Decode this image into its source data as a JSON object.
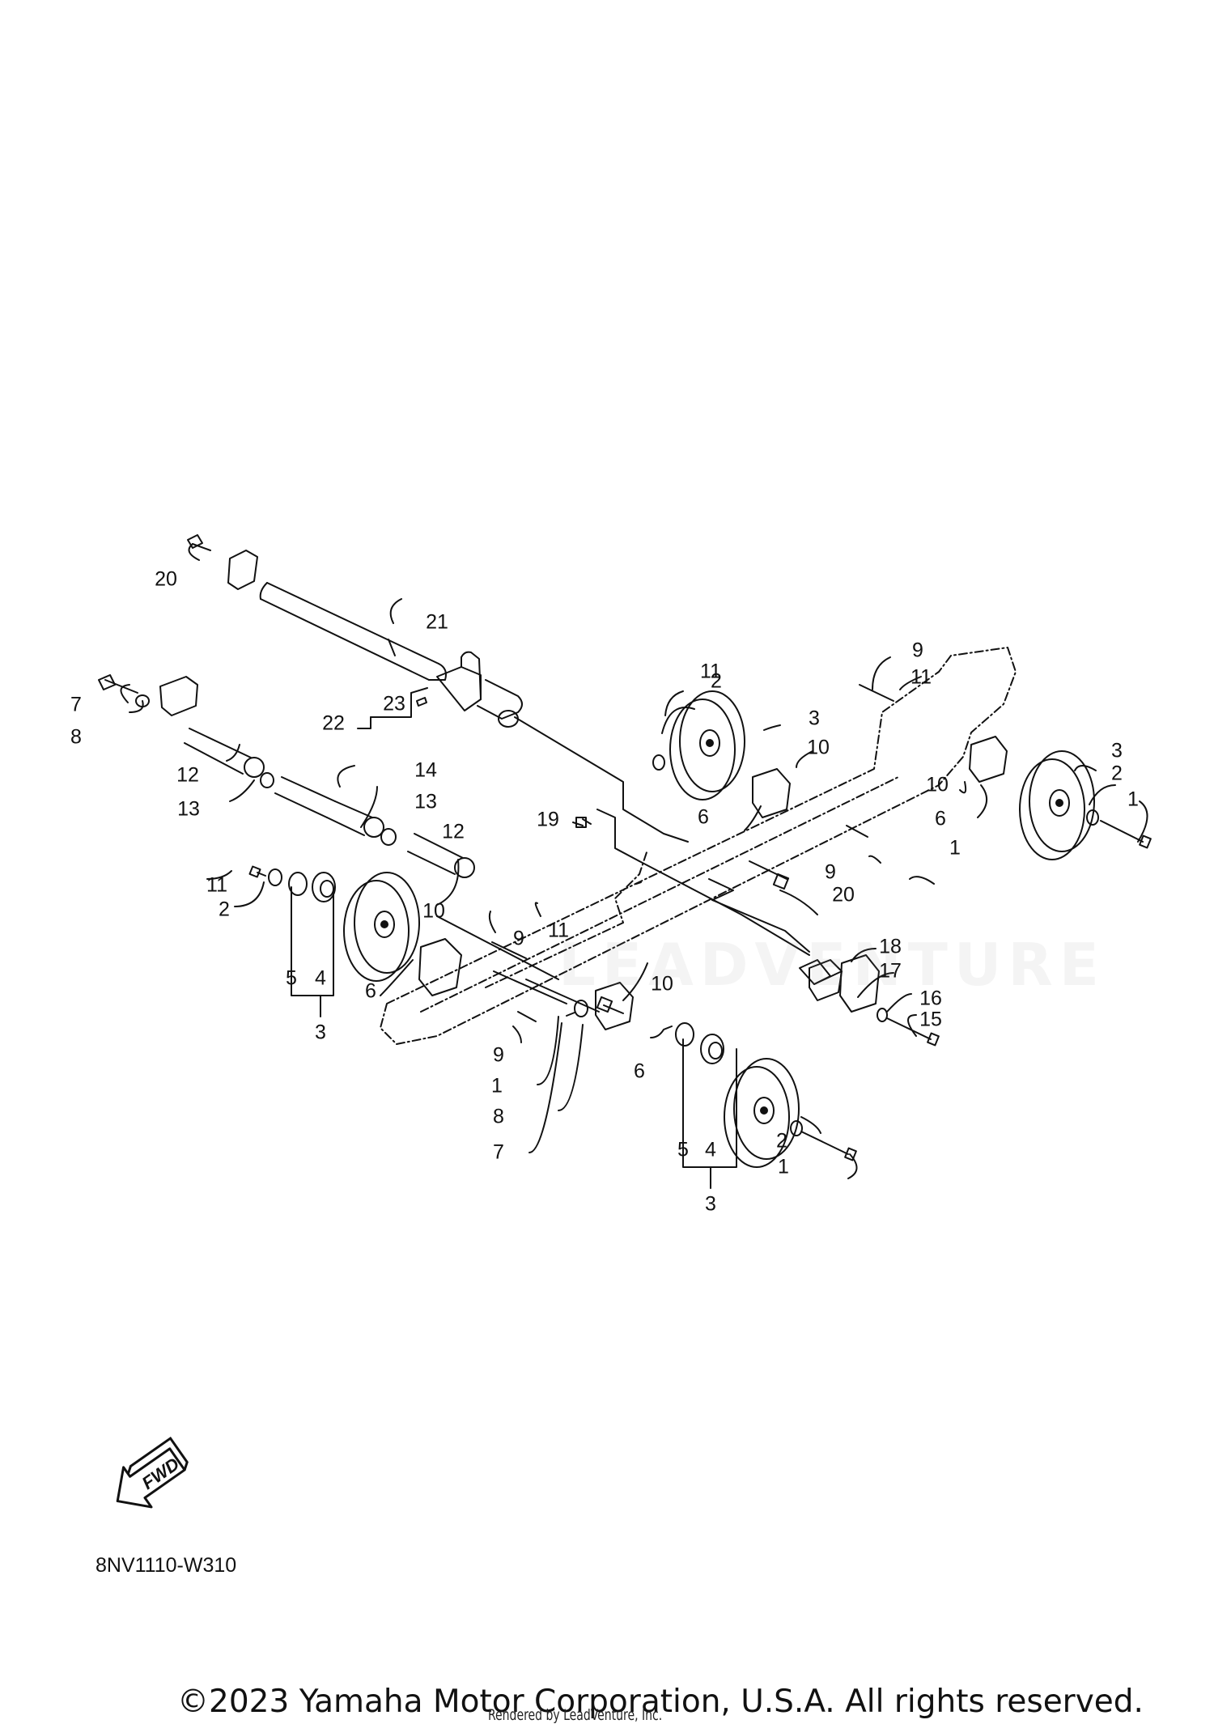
{
  "diagram": {
    "callouts": [
      "20",
      "21",
      "7",
      "8",
      "22",
      "23",
      "12",
      "13",
      "14",
      "13",
      "12",
      "11",
      "2",
      "5",
      "4",
      "3",
      "6",
      "10",
      "9",
      "11",
      "10",
      "9",
      "1",
      "8",
      "7",
      "6",
      "5",
      "4",
      "3",
      "2",
      "1",
      "11",
      "2",
      "3",
      "10",
      "6",
      "19",
      "9",
      "11",
      "3",
      "2",
      "1",
      "10",
      "6",
      "9",
      "1",
      "20",
      "18",
      "17",
      "16",
      "15"
    ],
    "fwd_label": "FWD",
    "diagram_code": "8NV1110-W310"
  },
  "footer": {
    "copyright": "©2023 Yamaha Motor Corporation, U.S.A. All rights reserved.",
    "rendered_by": "Rendered by LeadVenture, Inc."
  },
  "colors": {
    "ink": "#111111",
    "background": "#ffffff"
  },
  "watermark": "LEADVENTURE"
}
